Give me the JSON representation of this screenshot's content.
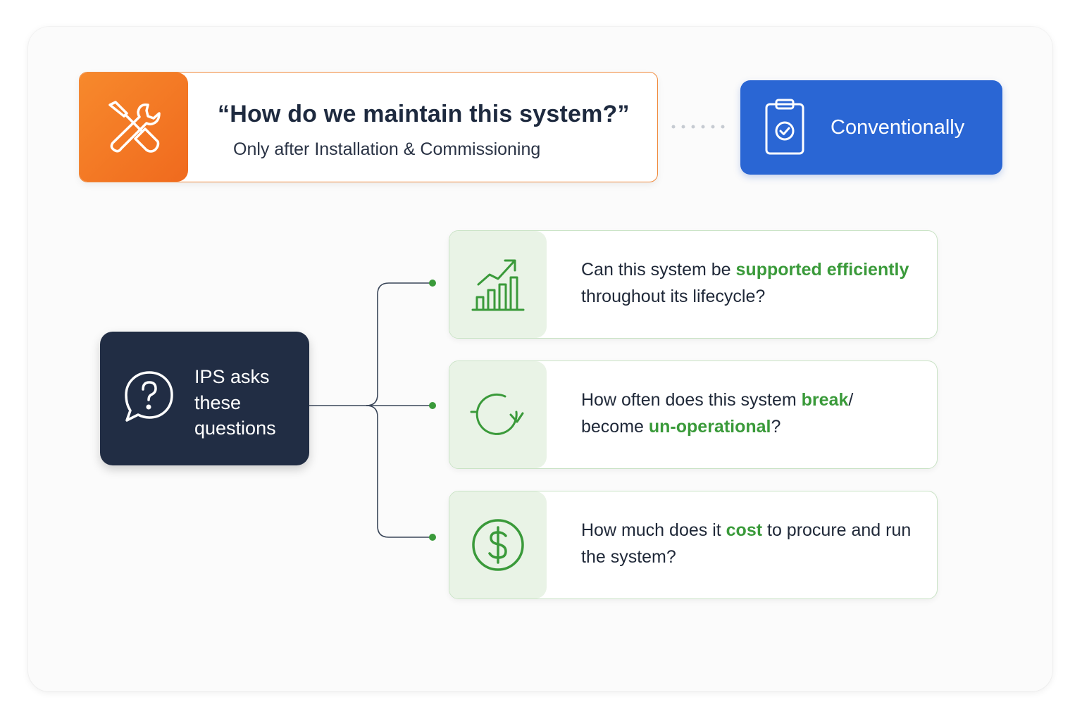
{
  "top": {
    "question": "“How do we maintain this system?”",
    "subtitle": "Only after Installation & Commissioning",
    "conventional_label": "Conventionally"
  },
  "ips": {
    "line1": "IPS asks",
    "line2": "these",
    "line3": "questions"
  },
  "questions": [
    {
      "icon": "growth-chart-icon",
      "parts": [
        "Can this system be ",
        "supported",
        " ",
        "efficiently",
        " throughout its lifecycle?"
      ]
    },
    {
      "icon": "refresh-cycle-icon",
      "parts": [
        "How often does this system ",
        "break",
        "/ become ",
        "un-operational",
        "?"
      ]
    },
    {
      "icon": "dollar-coin-icon",
      "parts": [
        "How much does it ",
        "cost",
        " to procure and run the system?"
      ]
    }
  ],
  "colors": {
    "orange": "#f47b25",
    "blue": "#2a66d4",
    "navy": "#212d44",
    "green": "#3a9a3a"
  }
}
